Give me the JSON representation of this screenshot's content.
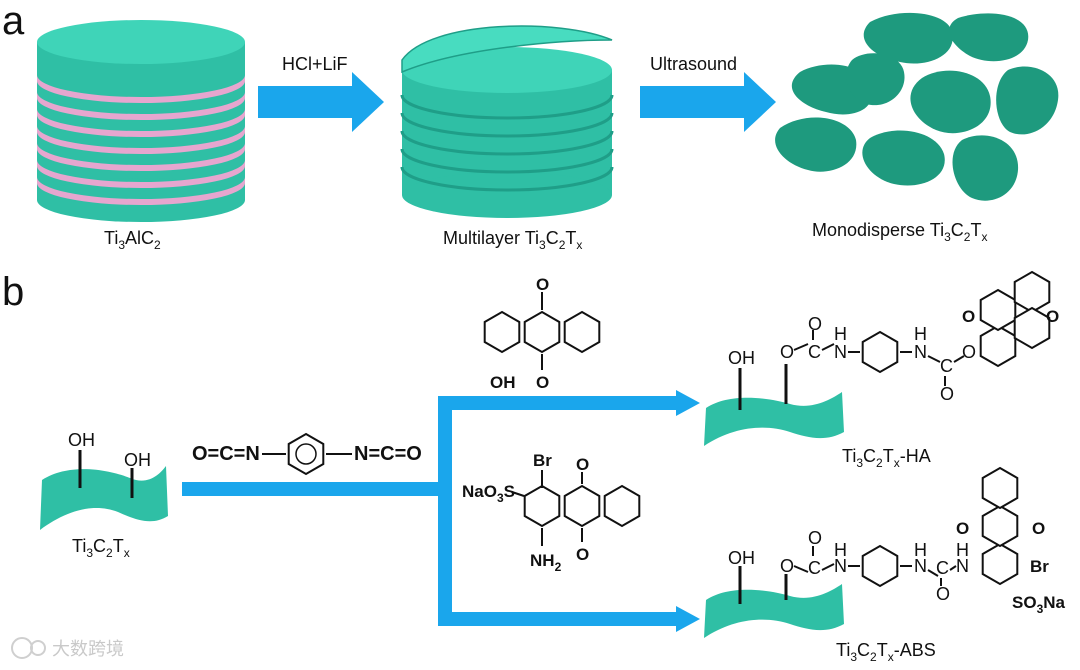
{
  "panel_a": {
    "letter": "a",
    "step1_label": "HCl+LiF",
    "step2_label": "Ultrasound",
    "stage1": {
      "base": "Ti",
      "s1": "3",
      "mid": "AlC",
      "s2": "2"
    },
    "stage2": {
      "prefix": "Multilayer Ti",
      "s1": "3",
      "mid": "C",
      "s2": "2",
      "t": "T",
      "s3": "x"
    },
    "stage3": {
      "prefix": "Monodisperse Ti",
      "s1": "3",
      "mid": "C",
      "s2": "2",
      "t": "T",
      "s3": "x"
    }
  },
  "panel_b": {
    "letter": "b",
    "start": {
      "oh1": "OH",
      "oh2": "OH",
      "base": "Ti",
      "s1": "3",
      "mid": "C",
      "s2": "2",
      "t": "T",
      "s3": "x"
    },
    "linker": {
      "left": "O=C=N",
      "right": "N=C=O"
    },
    "reagent_ha": {
      "o_top": "O",
      "o_bottom": "O",
      "oh": "OH"
    },
    "reagent_abs": {
      "br": "Br",
      "o_top": "O",
      "o_bottom": "O",
      "na": "NaO",
      "na_sub": "3",
      "na_s": "S",
      "nh": "NH",
      "nh_sub": "2"
    },
    "product_ha": {
      "oh": "OH",
      "o1": "O",
      "c1": "C",
      "o_c1": "O",
      "nh1": "H",
      "n1": "N",
      "nh2": "H",
      "n2": "N",
      "c2": "C",
      "o_c2": "O",
      "o2": "O",
      "aq_o1": "O",
      "aq_o2": "O",
      "label_base": "Ti",
      "s1": "3",
      "mid": "C",
      "s2": "2",
      "t": "T",
      "s3": "x",
      "suffix": "-HA"
    },
    "product_abs": {
      "oh": "OH",
      "o1": "O",
      "c1": "C",
      "o_c1": "O",
      "nh1": "H",
      "n1": "N",
      "nh2": "H",
      "n2": "N",
      "c2": "C",
      "o_c2": "O",
      "nh3": "H",
      "n3": "N",
      "aq_o1": "O",
      "aq_o2": "O",
      "br": "Br",
      "so3": "SO",
      "so3_sub": "3",
      "so3_na": "Na",
      "label_base": "Ti",
      "s1": "3",
      "mid": "C",
      "s2": "2",
      "t": "T",
      "s3": "x",
      "suffix": "-ABS"
    }
  },
  "watermark": "大数跨境",
  "colors": {
    "teal": "#2fbfa5",
    "teal_dark": "#1f9e88",
    "pink": "#e6a6cf",
    "arrow": "#1aa6ec",
    "flake": "#1e9a7e"
  }
}
